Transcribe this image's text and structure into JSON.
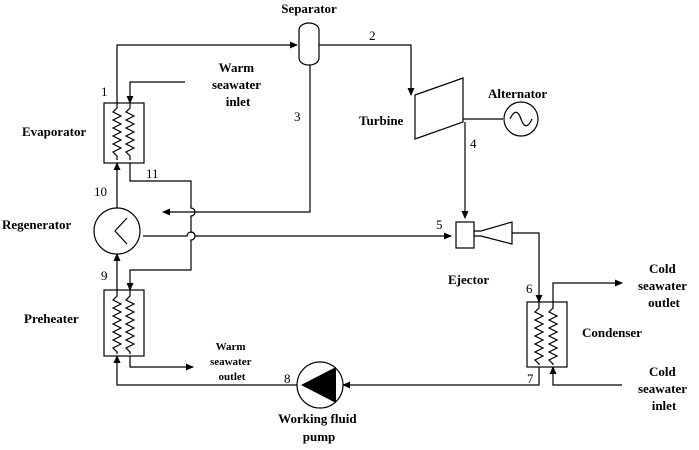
{
  "components": {
    "separator": "Separator",
    "turbine": "Turbine",
    "alternator": "Alternator",
    "evaporator": "Evaporator",
    "regenerator": "Regenerator",
    "preheater": "Preheater",
    "ejector": "Ejector",
    "condenser": "Condenser",
    "pump_line1": "Working fluid",
    "pump_line2": "pump"
  },
  "streams": {
    "warm_inlet": [
      "Warm",
      "seawater",
      "inlet"
    ],
    "warm_outlet": [
      "Warm",
      "seawater",
      "outlet"
    ],
    "cold_outlet": [
      "Cold",
      "seawater",
      "outlet"
    ],
    "cold_inlet": [
      "Cold",
      "seawater",
      "inlet"
    ]
  },
  "state_points": [
    "1",
    "2",
    "3",
    "4",
    "5",
    "6",
    "7",
    "8",
    "9",
    "10",
    "11"
  ]
}
